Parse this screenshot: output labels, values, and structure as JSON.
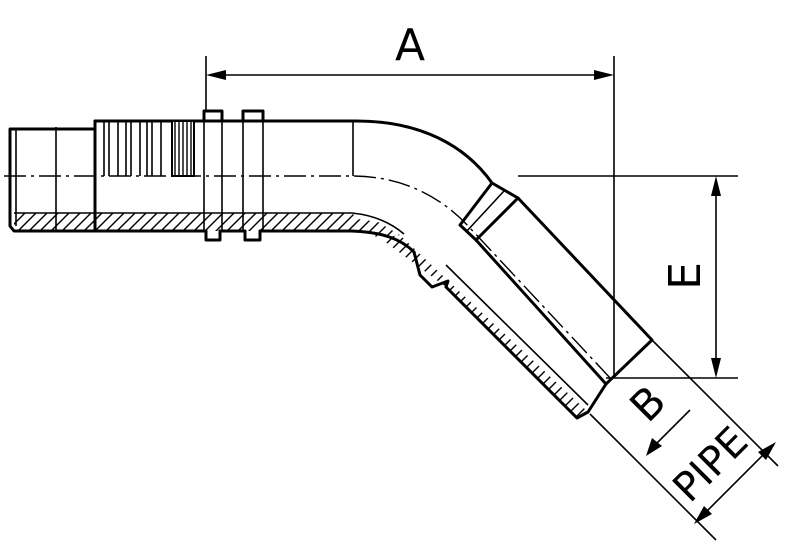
{
  "diagram": {
    "labels": {
      "a": "A",
      "e": "E",
      "b": "B",
      "pipe": "PIPE"
    },
    "colors": {
      "line": "#000000",
      "background": "#ffffff"
    }
  }
}
